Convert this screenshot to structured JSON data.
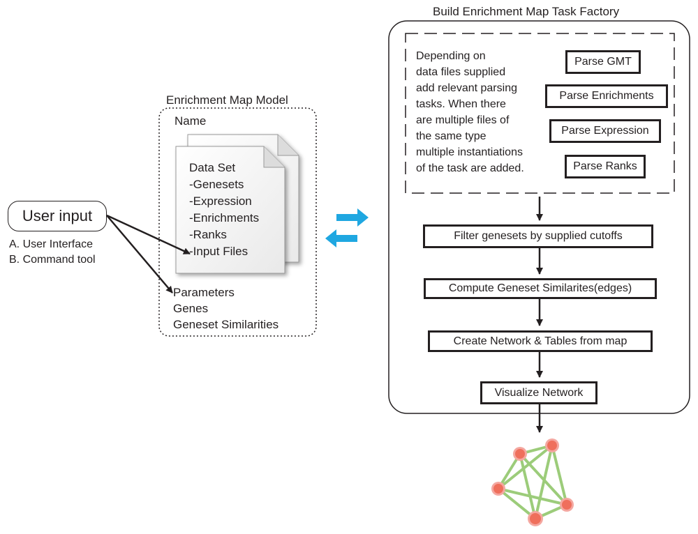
{
  "factory": {
    "title": "Build Enrichment Map Task Factory",
    "note_lines": [
      "Depending on",
      "data files supplied",
      "add relevant parsing",
      "tasks.  When there",
      "are multiple files of",
      "the same type",
      "multiple instantiations",
      "of the task are added."
    ],
    "parse_tasks": [
      "Parse GMT",
      "Parse Enrichments",
      "Parse Expression",
      "Parse Ranks"
    ],
    "steps": [
      "Filter genesets by supplied cutoffs",
      "Compute Geneset Similarites(edges)",
      "Create Network & Tables from map",
      "Visualize Network"
    ]
  },
  "model": {
    "title": "Enrichment Map Model",
    "name": "Name",
    "dataset_lines": [
      "Data Set",
      "-Genesets",
      "-Expression",
      "-Enrichments",
      "-Ranks",
      "-Input Files"
    ],
    "bottom_lines": [
      "Parameters",
      "Genes",
      "Geneset Similarities"
    ]
  },
  "user": {
    "box": "User input",
    "options": [
      "A. User Interface",
      "B. Command tool"
    ]
  },
  "colors": {
    "arrow_blue": "#1fa7e1",
    "network_edge": "#9ccc7a",
    "network_node": "#ef6f5c",
    "network_node_halo": "#f4a7a0",
    "ink": "#231f20"
  }
}
